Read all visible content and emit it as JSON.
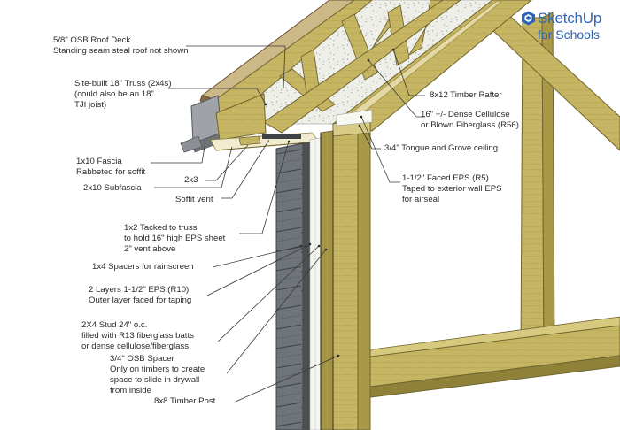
{
  "brand": {
    "name": "SketchUp",
    "sub": "for Schools"
  },
  "labels": {
    "osb_deck": [
      "5/8\" OSB Roof Deck",
      "Standing seam steal roof not shown"
    ],
    "truss": [
      "Site-built 18\" Truss (2x4s)",
      "(could also be an 18\"",
      "TJI joist)"
    ],
    "rafter": [
      "8x12 Timber Rafter"
    ],
    "cellulose": [
      "16\" +/- Dense Cellulose",
      "or Blown Fiberglass (R56)"
    ],
    "ceiling": [
      "3/4\" Tongue and Grove ceiling"
    ],
    "fascia": [
      "1x10 Fascia",
      "Rabbeted for soffit"
    ],
    "subfascia": [
      "2x10 Subfascia"
    ],
    "two_by_three": [
      "2x3"
    ],
    "soffit_vent": [
      "Soffit vent"
    ],
    "faced_eps": [
      "1-1/2\" Faced EPS (R5)",
      "Taped to exterior wall EPS",
      "for airseal"
    ],
    "tacked": [
      "1x2 Tacked to truss",
      "to hold 16\" high EPS sheet",
      "2\" vent above"
    ],
    "spacers": [
      "1x4 Spacers for rainscreen"
    ],
    "eps_layers": [
      "2 Layers 1-1/2\" EPS (R10)",
      "Outer layer faced for taping"
    ],
    "stud": [
      "2X4 Stud 24\" o.c.",
      "filled with R13 fiberglass batts",
      "or dense cellulose/fiberglass"
    ],
    "osb_spacer": [
      "3/4\" OSB Spacer",
      "Only on timbers to create",
      "space to slide in drywall",
      "from inside"
    ],
    "post": [
      "8x8 Timber Post"
    ]
  },
  "colors": {
    "timber": "#c4b35e",
    "timber_dark": "#8f8238",
    "plywood": "#d6c98a",
    "insulation": "#f1f1ec",
    "siding": "#6d7278",
    "eps": "#f7f7f2",
    "roof_edge": "#7a5b3a",
    "leader": "#3a3a3a",
    "brand": "#2d64b8"
  }
}
